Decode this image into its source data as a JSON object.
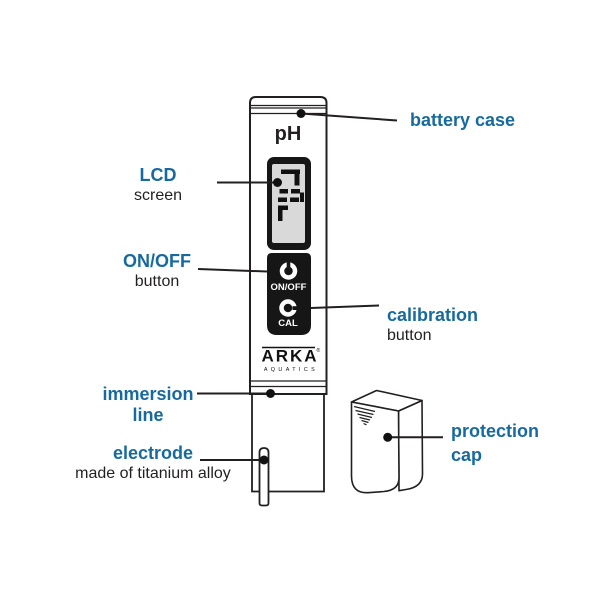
{
  "colors": {
    "label_blue": "#176a9e",
    "ink": "#231f20",
    "device_black": "#161616",
    "lcd_screen": "#d9d9da"
  },
  "device": {
    "type_label": "pH",
    "power_label": "ON/OFF",
    "cal_label": "CAL",
    "brand_name": "ARKA",
    "brand_mark": "®",
    "brand_subtitle": "AQUATICS"
  },
  "labels": {
    "battery_case": {
      "title": "battery case"
    },
    "lcd": {
      "title": "LCD",
      "subtitle": "screen"
    },
    "on_off": {
      "title": "ON/OFF",
      "subtitle": "button"
    },
    "calibration": {
      "title": "calibration",
      "subtitle": "button"
    },
    "immersion": {
      "line1": "immersion",
      "line2": "line"
    },
    "electrode": {
      "title": "electrode",
      "subtitle": "made of titanium alloy"
    },
    "protection": {
      "line1": "protection",
      "line2": "cap"
    }
  }
}
